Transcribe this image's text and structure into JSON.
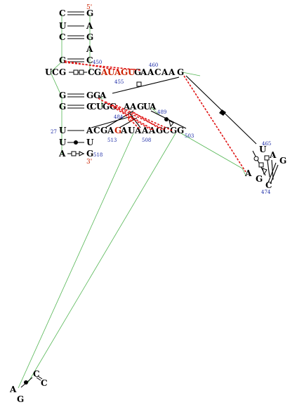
{
  "strand_ends": {
    "five_prime": "5'",
    "three_prime": "3'"
  },
  "stem_left": [
    "C",
    "U",
    "C",
    "G",
    "U",
    "C",
    "G",
    "G",
    "U",
    "U",
    "A"
  ],
  "stem_right": [
    "G",
    "A",
    "G",
    "A",
    "C",
    "G",
    "A",
    "C",
    "U",
    "G"
  ],
  "upper_row": [
    "G",
    "C",
    "G",
    "A",
    "U",
    "A",
    "G",
    "U",
    "G",
    "A",
    "A",
    "C",
    "A",
    "A",
    "G"
  ],
  "middle_row": [
    "C",
    "U",
    "G",
    "G",
    "A",
    "A",
    "G",
    "U",
    "A"
  ],
  "lower_row": [
    "A",
    "C",
    "G",
    "A",
    "G",
    "A",
    "U",
    "A",
    "A",
    "A",
    "G",
    "C",
    "G",
    "G"
  ],
  "right_loop": [
    "U",
    "A",
    "G",
    "C",
    "G",
    "A"
  ],
  "bottom_loop": [
    "C",
    "C",
    "A",
    "G"
  ],
  "numbers": [
    "450",
    "455",
    "460",
    "465",
    "474",
    "489",
    "503",
    "508",
    "513",
    "27",
    "518",
    "484"
  ],
  "colors": {
    "base": "#000000",
    "highlight": "#cc2200",
    "numbering": "#1a2aa6",
    "backbone": "#53b653",
    "interaction_dashed": "#e01515"
  }
}
